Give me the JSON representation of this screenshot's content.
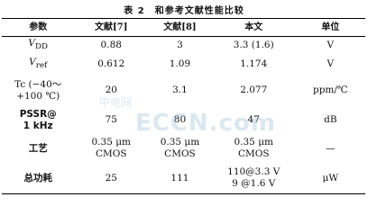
{
  "caption": "表 2　和参考文献性能比较",
  "headers": [
    "参数",
    "文献[7]",
    "文献[8]",
    "本文",
    "单位"
  ],
  "rows": [
    {
      "param_main": "V",
      "param_sub": "DD",
      "cells": [
        "0.88",
        "3",
        "3.3 (1.6)",
        "V"
      ]
    },
    {
      "param_main": "V",
      "param_sub": "ref",
      "cells": [
        "0.612",
        "1.09",
        "1.174",
        "V"
      ]
    },
    {
      "param_line1": "Tc (−40〜",
      "param_line2": "+100 ℃)",
      "cells": [
        "20",
        "3.1",
        "2.077",
        "ppm/℃"
      ]
    },
    {
      "param_line1": "PSSR@",
      "param_line2": "1 kHz",
      "cells": [
        "75",
        "80",
        "47",
        "dB"
      ]
    },
    {
      "param": "工艺",
      "cells": [
        [
          "0.35 μm",
          "CMOS"
        ],
        [
          "0.35 μm",
          "CMOS"
        ],
        [
          "0.35 μm",
          "CMOS"
        ],
        "—"
      ]
    },
    {
      "param": "总功耗",
      "cells": [
        "25",
        "111",
        [
          "110@3.3 V",
          "9 @1.6 V"
        ],
        "μW"
      ]
    }
  ],
  "watermark": {
    "latin": "ECCN.com",
    "cn": "中电网"
  }
}
